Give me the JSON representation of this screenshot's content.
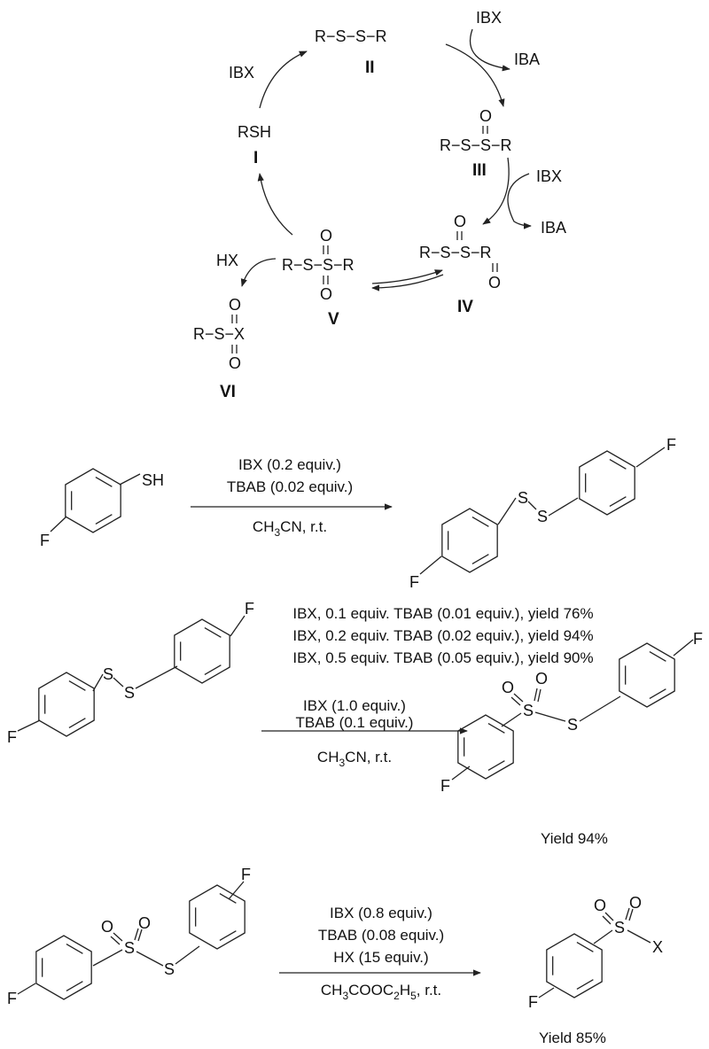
{
  "cycle": {
    "I": {
      "formula": "RSH",
      "label": "I"
    },
    "II": {
      "formula": "R−S−S−R",
      "label": "II"
    },
    "III": {
      "formula": "R−S−S−R",
      "oxygen": "O",
      "label": "III"
    },
    "IV": {
      "formula": "R−S−S−R",
      "oxygen_top": "O",
      "oxygen_bottom": "O",
      "label": "IV"
    },
    "V": {
      "formula": "R−S−S−R",
      "oxygen_top": "O",
      "oxygen_bottom": "O",
      "label": "V"
    },
    "VI": {
      "formula": "R−S−X",
      "oxygen_top": "O",
      "oxygen_bottom": "O",
      "label": "VI"
    },
    "reagents": {
      "ibx_1": "IBX",
      "ibx_2": "IBX",
      "iba_2": "IBA",
      "ibx_3": "IBX",
      "iba_3": "IBA",
      "hx": "HX"
    }
  },
  "reaction1": {
    "reactant_sh": "SH",
    "reactant_f": "F",
    "conditions": [
      "IBX (0.2 equiv.)",
      "TBAB (0.02 equiv.)"
    ],
    "solvent": {
      "a": "CH",
      "sub": "3",
      "b": "CN, r.t."
    },
    "product": {
      "s1": "S",
      "s2": "S",
      "f1": "F",
      "f2": "F"
    },
    "results": [
      "IBX, 0.1 equiv. TBAB (0.01 equiv.), yield 76%",
      "IBX, 0.2 equiv. TBAB (0.02 equiv.), yield 94%",
      "IBX, 0.5 equiv. TBAB (0.05 equiv.), yield 90%"
    ]
  },
  "reaction2": {
    "reactant": {
      "s1": "S",
      "s2": "S",
      "f1": "F",
      "f2": "F"
    },
    "conditions": [
      "IBX (1.0 equiv.)",
      "TBAB (0.1 equiv.)"
    ],
    "solvent": {
      "a": "CH",
      "sub": "3",
      "b": "CN, r.t."
    },
    "product": {
      "s1": "S",
      "s2": "S",
      "o1": "O",
      "o2": "O",
      "f1": "F",
      "f2": "F"
    },
    "yield": "Yield 94%"
  },
  "reaction3": {
    "reactant": {
      "s1": "S",
      "s2": "S",
      "o1": "O",
      "o2": "O",
      "f1": "F",
      "f2": "F"
    },
    "conditions": [
      "IBX (0.8 equiv.)",
      "TBAB (0.08 equiv.)",
      "HX (15 equiv.)"
    ],
    "solvent": {
      "a": "CH",
      "sub1": "3",
      "b": "COOC",
      "sub2": "2",
      "c": "H",
      "sub3": "5",
      "d": ", r.t."
    },
    "product": {
      "s": "S",
      "o1": "O",
      "o2": "O",
      "x": "X",
      "f": "F"
    },
    "yield": "Yield 85%"
  }
}
